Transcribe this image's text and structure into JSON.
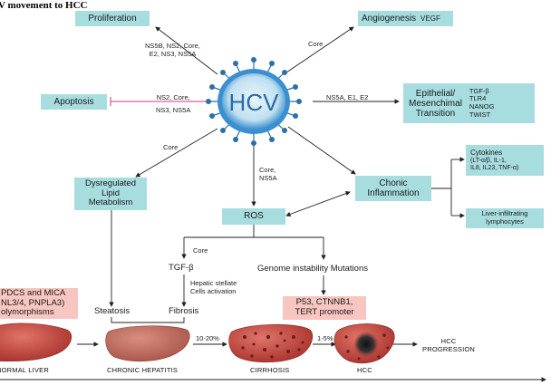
{
  "title": "V movement to HCC",
  "hcv_label": "HCV",
  "boxes": {
    "proliferation": "Proliferation",
    "angiogenesis": "Angiogenesis",
    "angiogenesis_factor": "VEGF",
    "apoptosis": "Apoptosis",
    "emt": [
      "Epithelial/",
      "Mesenchimal",
      "Transition"
    ],
    "emt_factors": [
      "TGF-β",
      "TLR4",
      "NANOG",
      "TWIST"
    ],
    "dysregulated": [
      "Dysregulated",
      "Lipid",
      "Metabolism"
    ],
    "chronic_inflammation": [
      "Chonic",
      "Inflammation"
    ],
    "cytokines": [
      "Cytokines",
      "(LT-α/β, IL-1,",
      "IL8, IL23, TNF-α)"
    ],
    "lymphocytes": [
      "Liver-infiltrating",
      "lymphocytes"
    ],
    "ros": "ROS",
    "polymorphisms": [
      "PDCS and MICA",
      "NL3/4, PNPLA3)",
      "olymorphisms"
    ],
    "p53": [
      "P53, CTNNB1,",
      "TERT promoter"
    ]
  },
  "edge_labels": {
    "ns5b": [
      "NS5B, NS2, Core,",
      "E2, NS3, NS5A"
    ],
    "core_top": "Core",
    "ns2": [
      "NS2, Core,",
      "NS3, NS5A"
    ],
    "ns5a_e1": "NS5A, E1, E2",
    "core_left": "Core",
    "core_ns5a": [
      "Core,",
      "NS5A"
    ],
    "core_ros": "Core",
    "stellate": [
      "Hepatic stellate",
      "Cells activation"
    ],
    "pct_10_20": "10-20%",
    "pct_1_5": "1-5%"
  },
  "text": {
    "tgf": "TGF-β",
    "genome": "Genome instability Mutations",
    "steatosis": "Steatosis",
    "fibrosis": "Fibrosis"
  },
  "stages": {
    "normal": "NORMAL LIVER",
    "chronic": "CHRONIC HEPATITIS",
    "cirrhosis": "CIRRHOSIS",
    "hcc": "HCC",
    "progression": [
      "HCC",
      "PROGRESSION"
    ]
  },
  "colors": {
    "box_teal": "#a8dde0",
    "box_pink": "#f7c6c0",
    "virus_blue": "#3b8fd0",
    "liver_red": "#c9463f",
    "inhibit_line": "#d03a8a"
  }
}
